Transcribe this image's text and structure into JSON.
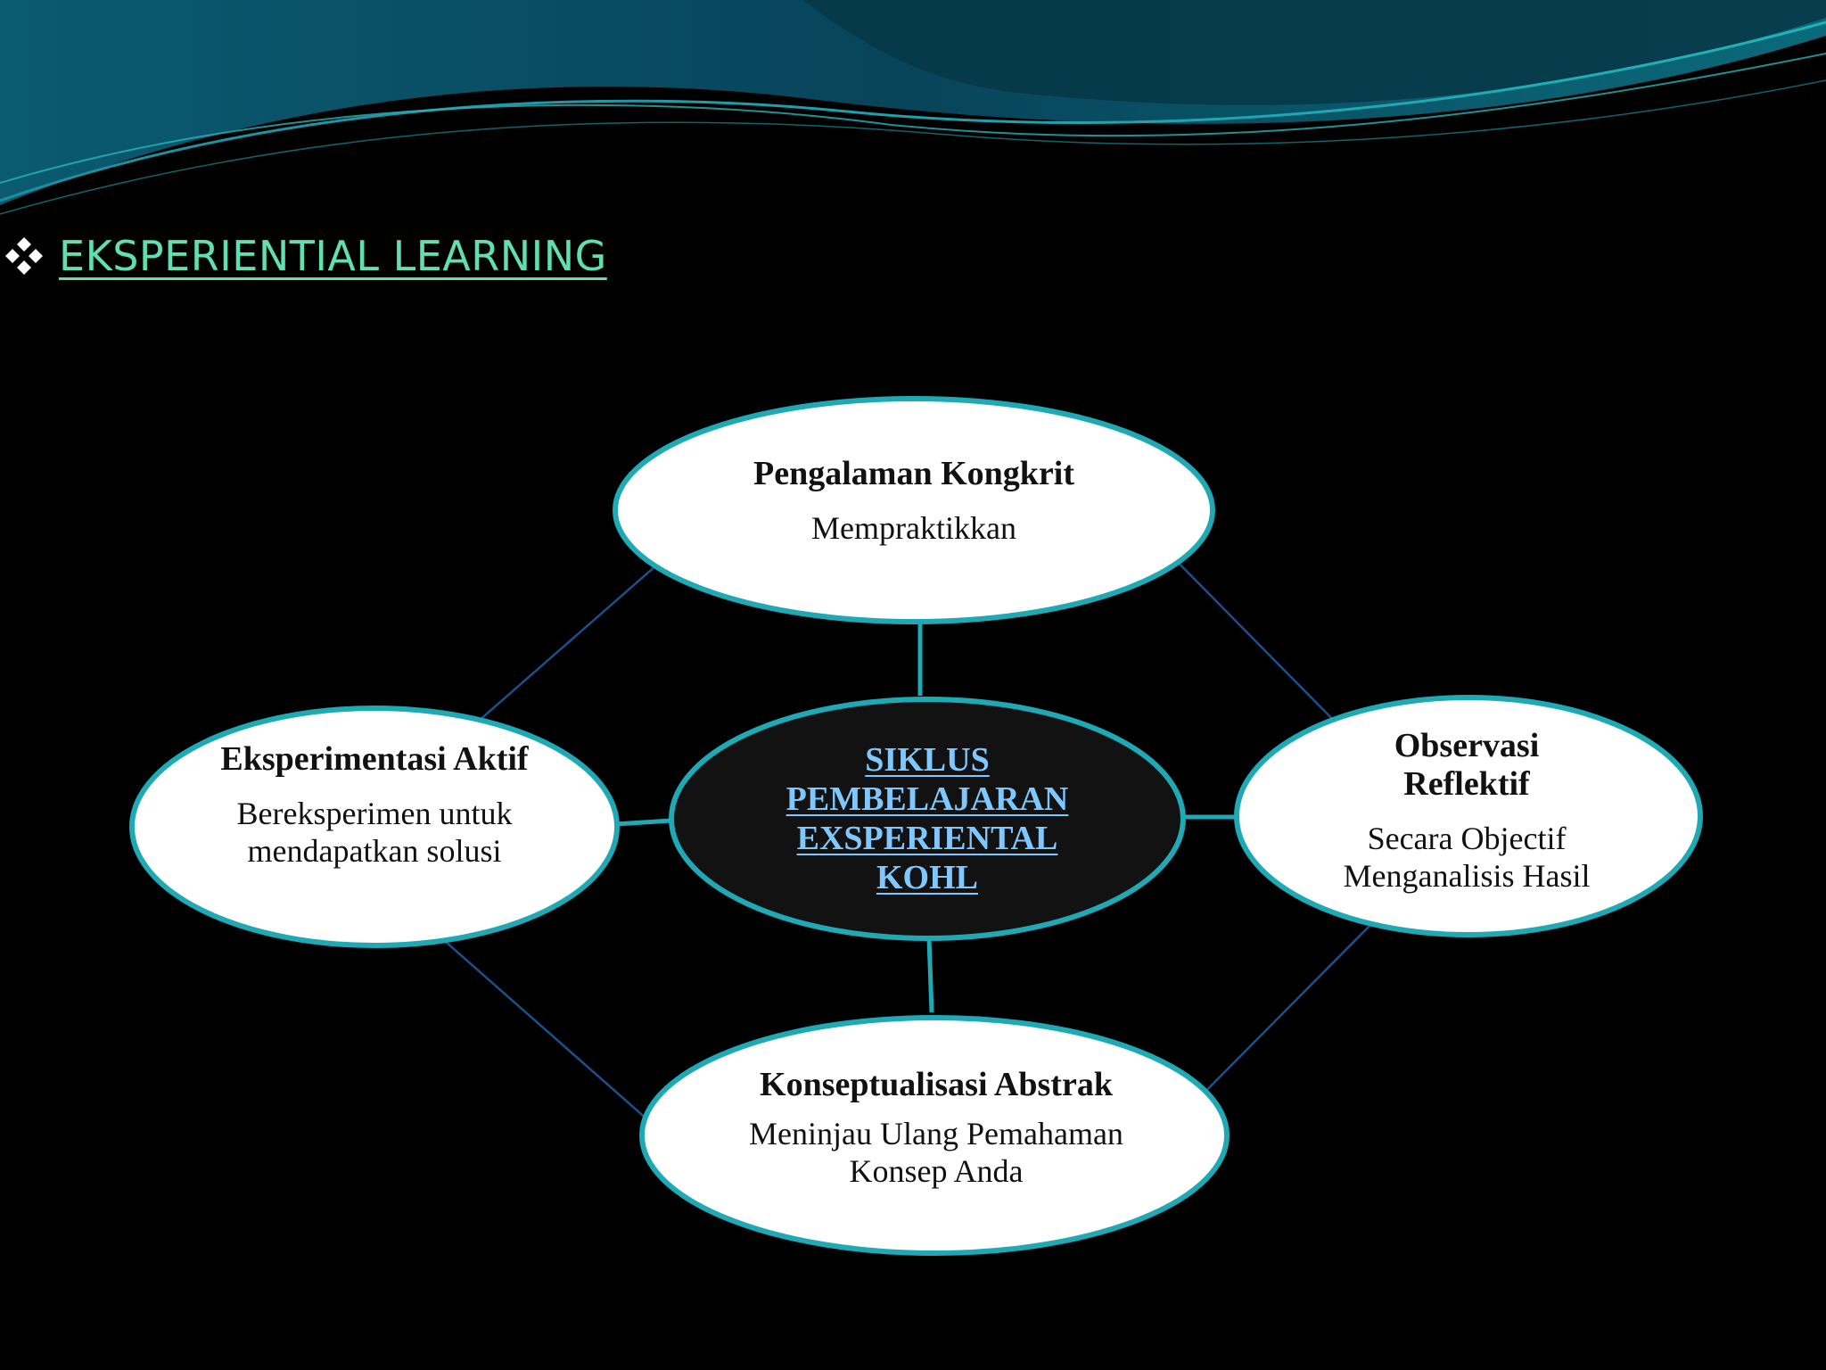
{
  "slide": {
    "title": "EKSPERIENTIAL LEARNING",
    "title_color": "#5fe0b0"
  },
  "icons": {
    "title_bullet": "four-diamond-bullet-icon"
  },
  "theme": {
    "background": "#000000",
    "wave_dark": "#0a4a5c",
    "wave_light": "#2ab3b8",
    "ellipse_fill": "#ffffff",
    "ellipse_border": "#1fa9b5",
    "center_fill": "#121212",
    "center_text": "#7fc8ff",
    "connector": "#1fa9b5",
    "arrow": "#1d4f8c"
  },
  "diagram": {
    "center": {
      "label": "SIKLUS\nPEMBELAJARAN\nEXSPERIENTAL\nKOHL"
    },
    "nodes": {
      "top": {
        "title": "Pengalaman Kongkrit",
        "description": "Mempraktikkan"
      },
      "right": {
        "title": "Observasi Reflektif",
        "description": "Secara Objectif Menganalisis Hasil"
      },
      "bottom": {
        "title": "Konseptualisasi Abstrak",
        "description": "Meninjau Ulang Pemahaman Konsep Anda"
      },
      "left": {
        "title": "Eksperimentasi Aktif",
        "description": "Bereksperimen untuk mendapatkan solusi"
      }
    }
  }
}
